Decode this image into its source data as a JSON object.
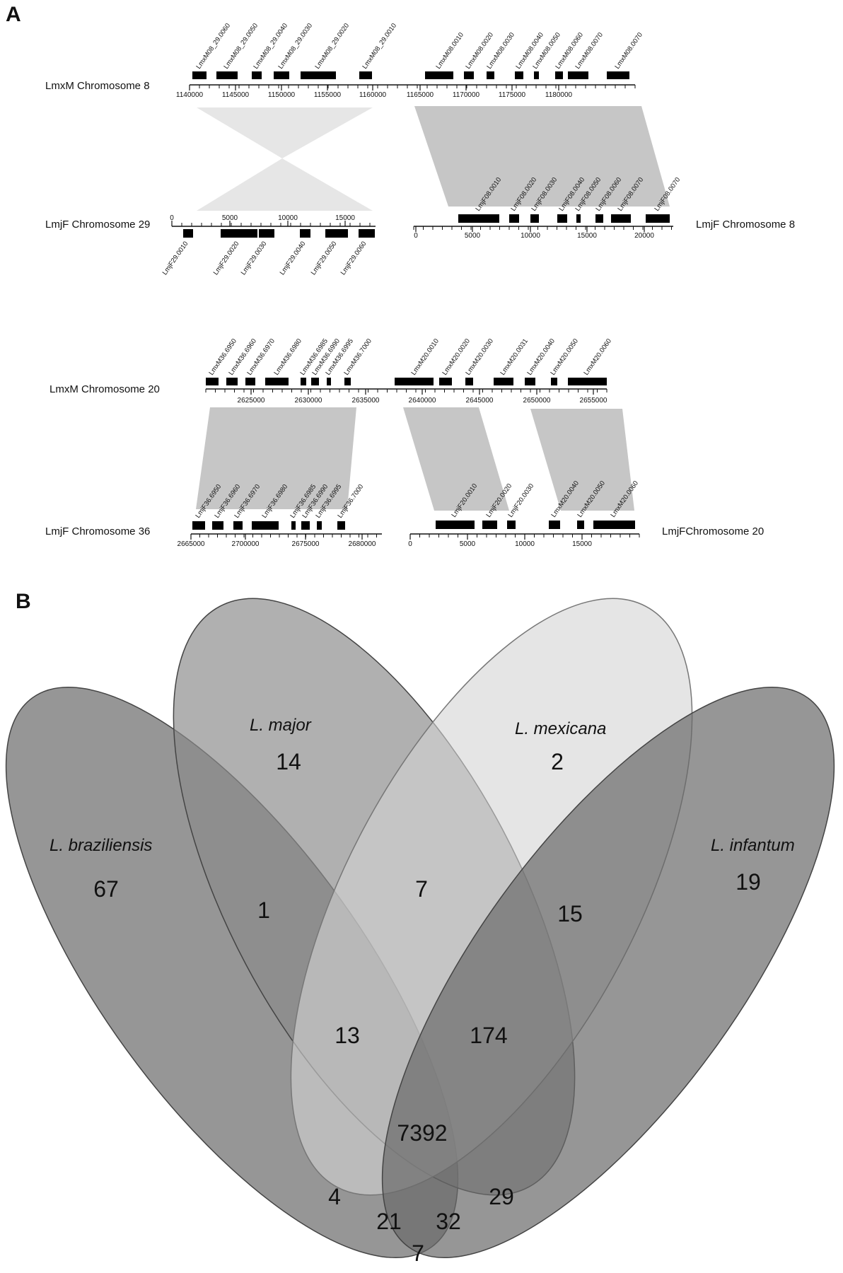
{
  "panels": {
    "a": "A",
    "b": "B"
  },
  "synteny": [
    {
      "top": {
        "name": "LmxM Chromosome 8",
        "ticks": [
          "1140000",
          "1145000",
          "1150000",
          "1155000",
          "1160000",
          "1165000",
          "1170000",
          "1175000",
          "1180000"
        ],
        "genes": [
          "LmxM08_29.0060",
          "LmxM08_29.0050",
          "LmxM08_29.0040",
          "LmxM08_29.0030",
          "LmxM08_29.0020",
          "LmxM08_29.0010",
          "LmxM08.0010",
          "LmxM08.0020",
          "LmxM08.0030",
          "LmxM08.0040",
          "LmxM08.0050",
          "LmxM08.0060",
          "LmxM08.0070",
          "LmxM08.0070"
        ]
      },
      "bottomLeft": {
        "name": "LmjF Chromosome 29",
        "ticks": [
          "0",
          "5000",
          "10000",
          "15000"
        ],
        "genes": [
          "LmjF29.0010",
          "LmjF29.0020",
          "LmjF29.0030",
          "LmjF29.0040",
          "LmjF29.0050",
          "LmjF29.0060"
        ]
      },
      "bottomRight": {
        "name": "LmjF Chromosome 8",
        "ticks": [
          "0",
          "5000",
          "10000",
          "15000",
          "20000"
        ],
        "genes": [
          "LmjF08.0010",
          "LmjF08.0020",
          "LmjF08.0030",
          "LmjF08.0040",
          "LmjF08.0050",
          "LmjF08.0060",
          "LmjF08.0070",
          "LmjF08.0070"
        ]
      }
    },
    {
      "top": {
        "name": "LmxM Chromosome 20",
        "ticks": [
          "2625000",
          "2630000",
          "2635000",
          "2640000",
          "2645000",
          "2650000",
          "2655000"
        ],
        "genes": [
          "LmxM36.6950",
          "LmxM36.6960",
          "LmxM36.6970",
          "LmxM36.6980",
          "LmxM36.6985",
          "LmxM36.6990",
          "LmxM36.6995",
          "LmxM36.7000",
          "LmxM20.0010",
          "LmxM20.0020",
          "LmxM20.0030",
          "LmxM20.0031",
          "LmxM20.0040",
          "LmxM20.0050",
          "LmxM20.0060"
        ]
      },
      "bottomLeft": {
        "name": "LmjF Chromosome 36",
        "ticks": [
          "2665000",
          "2700000",
          "2675000",
          "2680000"
        ],
        "genes": [
          "LmjF36.6950",
          "LmjF36.6960",
          "LmjF36.6970",
          "LmjF36.6980",
          "LmjF36.6985",
          "LmjF36.6990",
          "LmjF36.6995",
          "LmjF36.7000"
        ]
      },
      "bottomRight": {
        "name": "LmjFChromosome 20",
        "ticks": [
          "0",
          "5000",
          "10000",
          "15000"
        ],
        "genes": [
          "LmjF20.0010",
          "LmjF20.0020",
          "LmjF20.0030",
          "LmxM20.0040",
          "LmxM20.0050",
          "LmxM20.0060"
        ]
      }
    }
  ],
  "venn": {
    "sets": [
      "L. braziliensis",
      "L. major",
      "L. mexicana",
      "L. infantum"
    ],
    "regions": [
      {
        "id": "braziliensis-only",
        "value": "67"
      },
      {
        "id": "major-only",
        "value": "14"
      },
      {
        "id": "mexicana-only",
        "value": "2"
      },
      {
        "id": "infantum-only",
        "value": "19"
      },
      {
        "id": "braziliensis-major",
        "value": "1"
      },
      {
        "id": "major-mexicana",
        "value": "7"
      },
      {
        "id": "mexicana-infantum",
        "value": "15"
      },
      {
        "id": "braziliensis-major-mexicana",
        "value": "13"
      },
      {
        "id": "major-mexicana-infantum",
        "value": "174"
      },
      {
        "id": "all-four",
        "value": "7392"
      },
      {
        "id": "braziliensis-mexicana",
        "value": "4"
      },
      {
        "id": "major-infantum",
        "value": "29"
      },
      {
        "id": "braziliensis-mexicana-infantum",
        "value": "21"
      },
      {
        "id": "braziliensis-major-infantum",
        "value": "32"
      },
      {
        "id": "braziliensis-infantum",
        "value": "7"
      }
    ]
  }
}
